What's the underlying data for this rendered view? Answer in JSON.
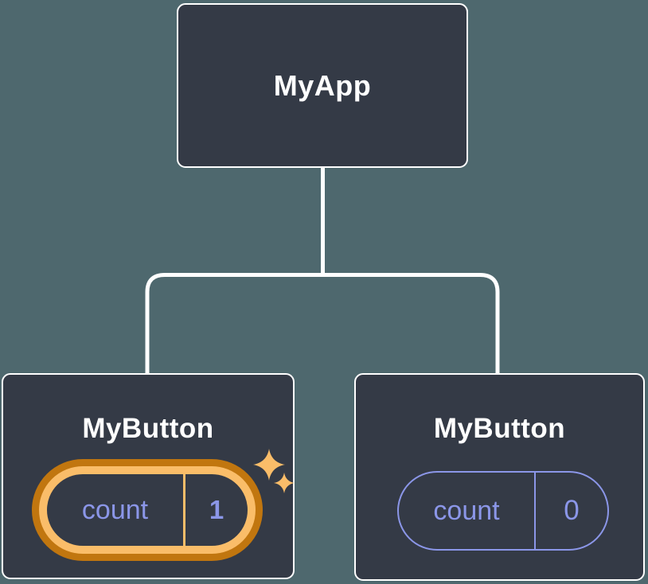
{
  "diagram": {
    "kind": "component-tree",
    "root": {
      "title": "MyApp"
    },
    "children": [
      {
        "title": "MyButton",
        "state": {
          "label": "count",
          "value": "1"
        },
        "highlighted": true,
        "decoration": "sparkles-icon"
      },
      {
        "title": "MyButton",
        "state": {
          "label": "count",
          "value": "0"
        },
        "highlighted": false
      }
    ]
  },
  "colors": {
    "bg": "#4e686e",
    "card": "#343a46",
    "line": "#ffffff",
    "purple": "#8b96e8",
    "gold": "#fabd69",
    "orange": "#c1760f",
    "title": "#ffffff"
  }
}
